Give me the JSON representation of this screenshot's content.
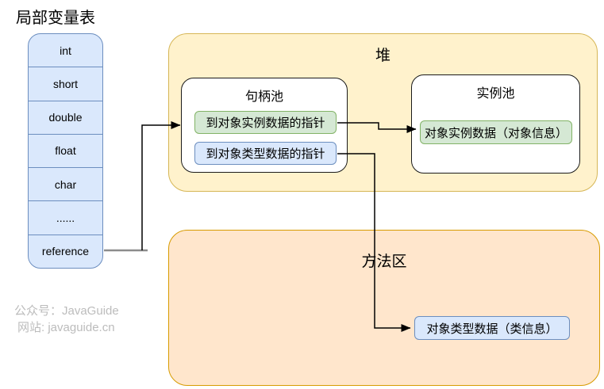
{
  "local_var_table": {
    "title": "局部变量表",
    "cells": [
      "int",
      "short",
      "double",
      "float",
      "char",
      "......",
      "reference"
    ],
    "fill": "#dae8fc",
    "border": "#6c8ebf"
  },
  "heap": {
    "title": "堆",
    "fill": "#fff2cc",
    "border": "#d6b656",
    "handle_pool": {
      "title": "句柄池",
      "instance_pointer": "到对象实例数据的指针",
      "type_pointer": "到对象类型数据的指针"
    },
    "instance_pool": {
      "title": "实例池",
      "instance_data": "对象实例数据（对象信息）"
    }
  },
  "method_area": {
    "title": "方法区",
    "fill": "#ffe6cc",
    "border": "#d79b00",
    "type_data": "对象类型数据（类信息）"
  },
  "watermark": {
    "line1": "公众号：JavaGuide",
    "line2": "网站: javaguide.cn"
  },
  "colors": {
    "green_fill": "#d5e8d4",
    "green_border": "#82b366",
    "blue_fill": "#dae8fc",
    "blue_border": "#6c8ebf",
    "arrow": "#000000",
    "reference_stub_line": "#8c8c8c"
  }
}
